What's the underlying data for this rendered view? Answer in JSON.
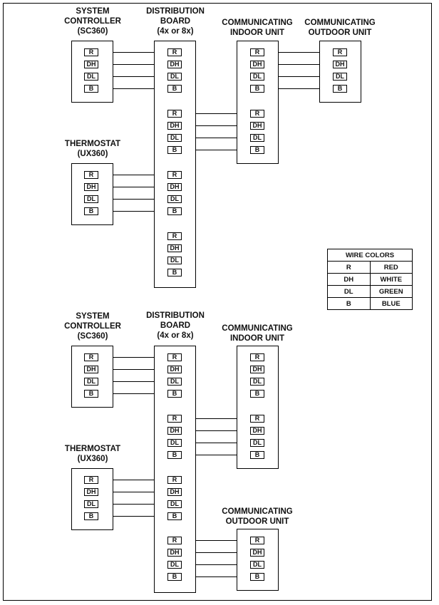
{
  "diagrams": [
    {
      "system_controller": [
        "SYSTEM",
        "CONTROLLER",
        "(SC360)"
      ],
      "thermostat": [
        "THERMOSTAT",
        "(UX360)"
      ],
      "distribution_board": [
        "DISTRIBUTION",
        "BOARD",
        "(4x or 8x)"
      ],
      "indoor_unit": [
        "COMMUNICATING",
        "INDOOR UNIT"
      ],
      "outdoor_unit": [
        "COMMUNICATING",
        "OUTDOOR UNIT"
      ]
    },
    {
      "system_controller": [
        "SYSTEM",
        "CONTROLLER",
        "(SC360)"
      ],
      "thermostat": [
        "THERMOSTAT",
        "(UX360)"
      ],
      "distribution_board": [
        "DISTRIBUTION",
        "BOARD",
        "(4x or 8x)"
      ],
      "indoor_unit": [
        "COMMUNICATING",
        "INDOOR UNIT"
      ],
      "outdoor_unit": [
        "COMMUNICATING",
        "OUTDOOR UNIT"
      ]
    }
  ],
  "terminals": [
    "R",
    "DH",
    "DL",
    "B"
  ],
  "legend": {
    "title": "WIRE COLORS",
    "rows": [
      {
        "terminal": "R",
        "color": "RED"
      },
      {
        "terminal": "DH",
        "color": "WHITE"
      },
      {
        "terminal": "DL",
        "color": "GREEN"
      },
      {
        "terminal": "B",
        "color": "BLUE"
      }
    ]
  }
}
